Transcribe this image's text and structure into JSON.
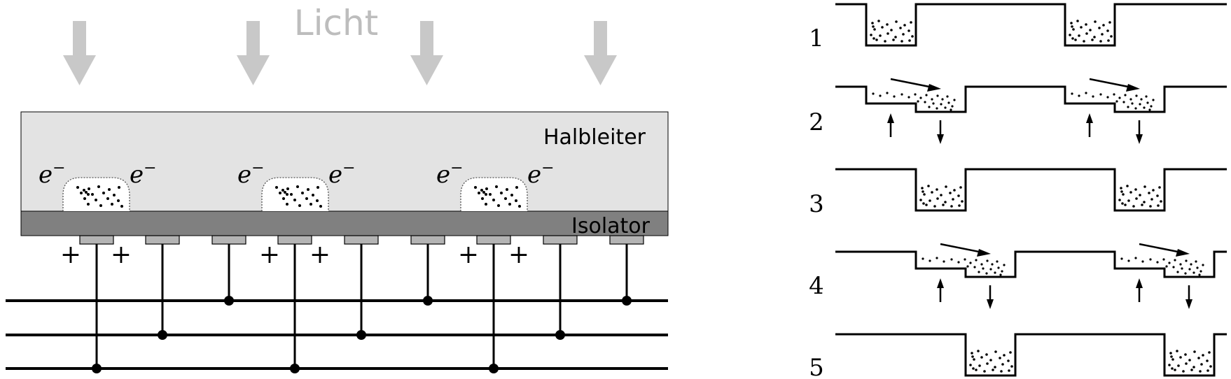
{
  "left_panel": {
    "light_label": "Licht",
    "semiconductor_label": "Halbleiter",
    "insulator_label": "Isolator",
    "electron_label": "e",
    "electron_sup": "−",
    "plus_sign": "+",
    "colors": {
      "light_arrow": "#c8c8c8",
      "light_text": "#bdbdbd",
      "semiconductor": "#e3e3e3",
      "insulator": "#808080",
      "electrode": "#b4b4b4",
      "line": "#000000"
    }
  },
  "right_panel": {
    "steps": [
      {
        "label": "1"
      },
      {
        "label": "2"
      },
      {
        "label": "3"
      },
      {
        "label": "4"
      },
      {
        "label": "5"
      }
    ]
  }
}
